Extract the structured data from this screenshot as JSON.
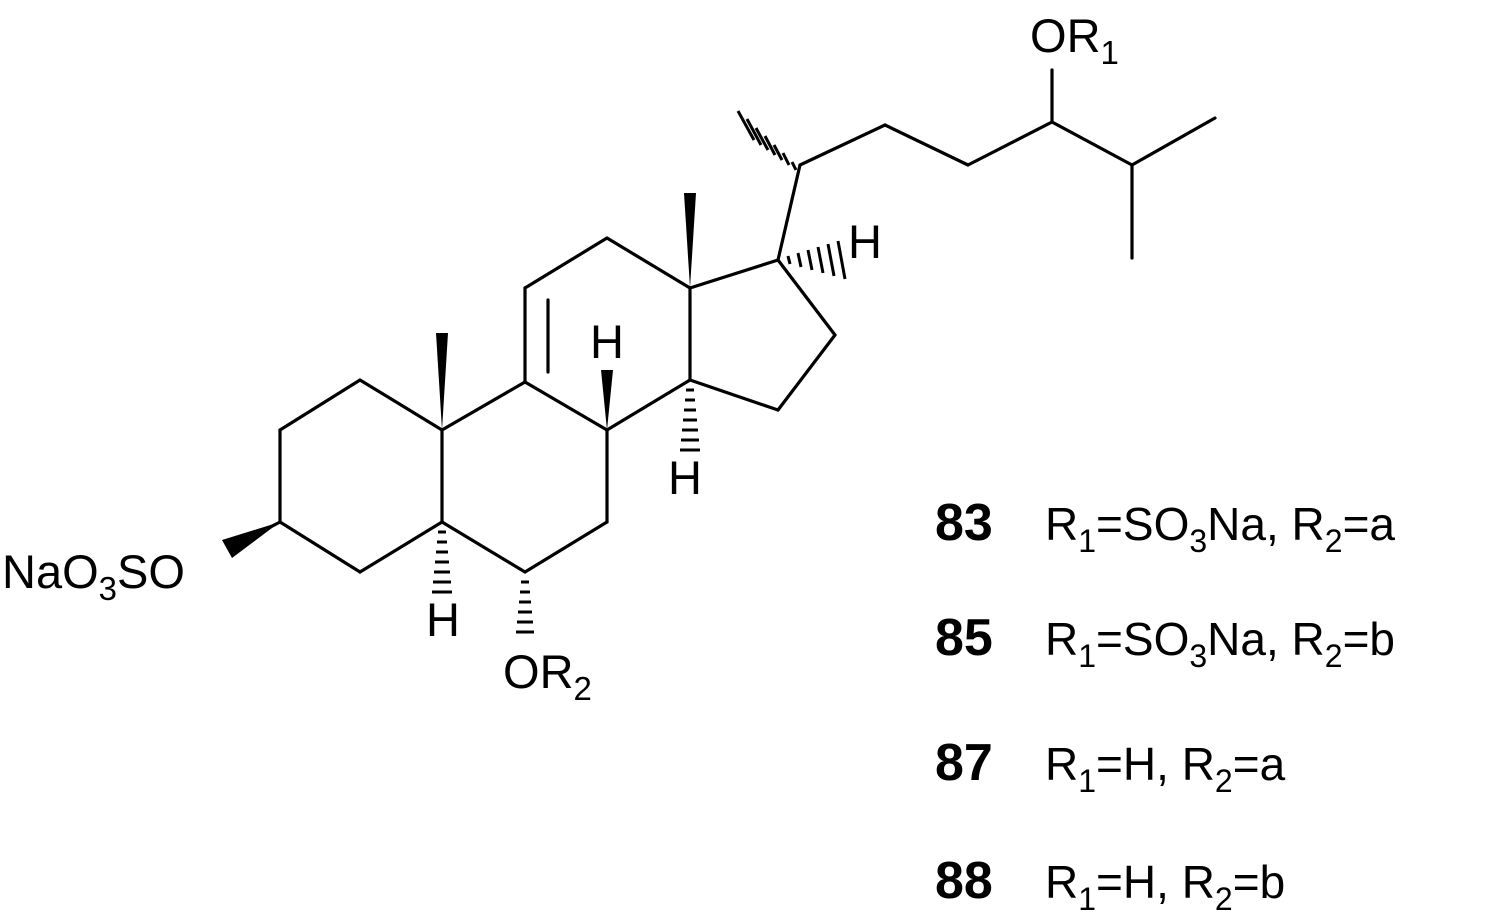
{
  "molecule": {
    "atom_labels": {
      "or1_o": "O",
      "or1_r": "R",
      "or1_sub": "1",
      "or2_o": "O",
      "or2_r": "R",
      "or2_sub": "2",
      "naos_na": "NaO",
      "naos_3": "3",
      "naos_so": "SO",
      "h_c17": "H",
      "h_c8": "H",
      "h_c14": "H",
      "h_c5": "H"
    }
  },
  "compounds": [
    {
      "number": "83",
      "r1_pre": "R",
      "r1_sub": "1",
      "r1_val": "=SO",
      "r1_val_sub": "3",
      "r1_val_post": "Na, ",
      "r2_pre": "R",
      "r2_sub": "2",
      "r2_val": "=a"
    },
    {
      "number": "85",
      "r1_pre": "R",
      "r1_sub": "1",
      "r1_val": "=SO",
      "r1_val_sub": "3",
      "r1_val_post": "Na, ",
      "r2_pre": "R",
      "r2_sub": "2",
      "r2_val": "=b"
    },
    {
      "number": "87",
      "r1_pre": "R",
      "r1_sub": "1",
      "r1_val": "=H, ",
      "r1_val_sub": "",
      "r1_val_post": "",
      "r2_pre": "R",
      "r2_sub": "2",
      "r2_val": "=a"
    },
    {
      "number": "88",
      "r1_pre": "R",
      "r1_sub": "1",
      "r1_val": "=H, ",
      "r1_val_sub": "",
      "r1_val_post": "",
      "r2_pre": "R",
      "r2_sub": "2",
      "r2_val": "=b"
    }
  ]
}
